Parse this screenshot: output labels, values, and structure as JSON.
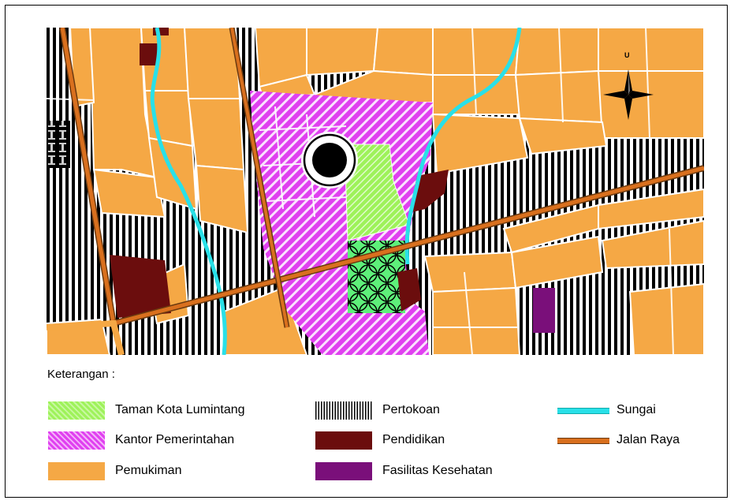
{
  "compass": {
    "north_label": "U"
  },
  "legend": {
    "title": "Keterangan :",
    "items": [
      {
        "label": "Taman Kota Lumintang",
        "color": "#9ef25a",
        "pattern": "hatch-green"
      },
      {
        "label": "Kantor Pemerintahan",
        "color": "#e040f0",
        "pattern": "hatch-magenta"
      },
      {
        "label": "Pemukiman",
        "color": "#f5a845",
        "pattern": "solid"
      },
      {
        "label": "Pertokoan",
        "color": "#000000",
        "pattern": "vertical-stripes"
      },
      {
        "label": "Pendidikan",
        "color": "#6b0d0d",
        "pattern": "solid"
      },
      {
        "label": "Fasilitas Kesehatan",
        "color": "#7a0f7a",
        "pattern": "solid"
      },
      {
        "label": "Sungai",
        "color": "#29e0e8",
        "pattern": "line"
      },
      {
        "label": "Jalan Raya",
        "color": "#d9701e",
        "pattern": "line"
      }
    ]
  },
  "colors": {
    "settlement": "#f5a845",
    "government": "#e040f0",
    "park": "#9ef25a",
    "education": "#6b0d0d",
    "health": "#7a0f7a",
    "river": "#29e0e8",
    "road": "#d9701e"
  }
}
